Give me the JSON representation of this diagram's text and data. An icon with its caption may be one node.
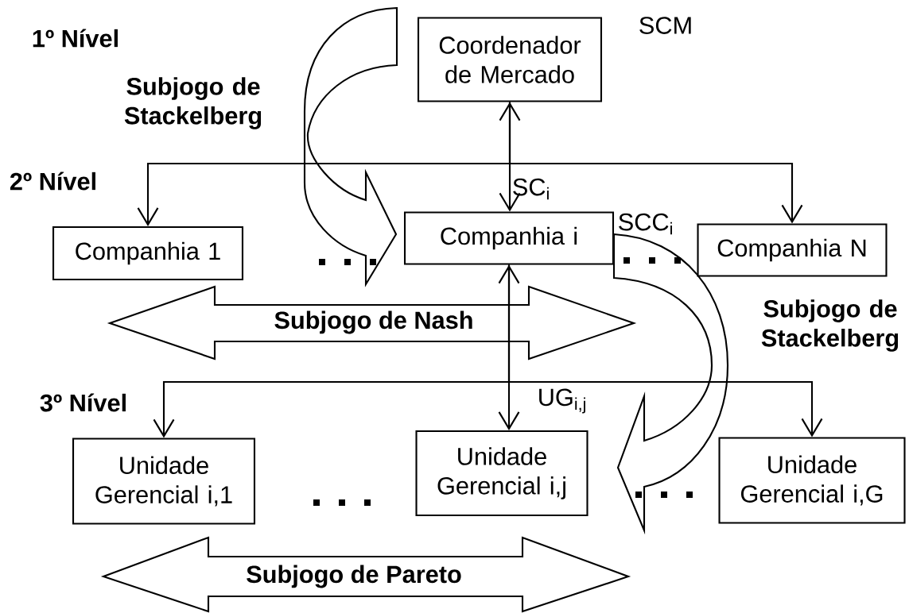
{
  "diagram": {
    "nodes": [
      {
        "text": [
          "Coordenador de Mercado"
        ]
      },
      {
        "text": [
          "Companhia 1"
        ]
      },
      {
        "text": [
          "Companhia i"
        ]
      },
      {
        "text": [
          "Companhia N"
        ]
      },
      {
        "text": [
          "Unidade Gerencial i,1"
        ]
      },
      {
        "text": [
          "Unidade Gerencial i,j"
        ]
      },
      {
        "text": [
          "Unidade Gerencial i,G"
        ]
      },
      {
        "text": [
          "Subjogo de Nash"
        ]
      },
      {
        "text": [
          "Subjogo de Pareto"
        ]
      }
    ],
    "edges": [
      {
        "from": 0,
        "to": 2,
        "arrow": "both",
        "label": "SC$_{i}$"
      },
      {
        "from": 0,
        "to": 1,
        "arrow": "to"
      },
      {
        "from": 0,
        "to": 3,
        "arrow": "to"
      },
      {
        "from": 2,
        "to": 5,
        "arrow": "both",
        "label": "UG$_{i,j}$"
      },
      {
        "from": 2,
        "to": 4,
        "arrow": "to"
      },
      {
        "from": 2,
        "to": 6,
        "arrow": "to"
      }
    ],
    "labels": [
      "1º Nível",
      "SCM",
      "Subjogo de Stackelberg",
      "2º Nível",
      "SCC$_{i}$",
      "Subjogo de Stackelberg",
      "3º Nível"
    ]
  }
}
